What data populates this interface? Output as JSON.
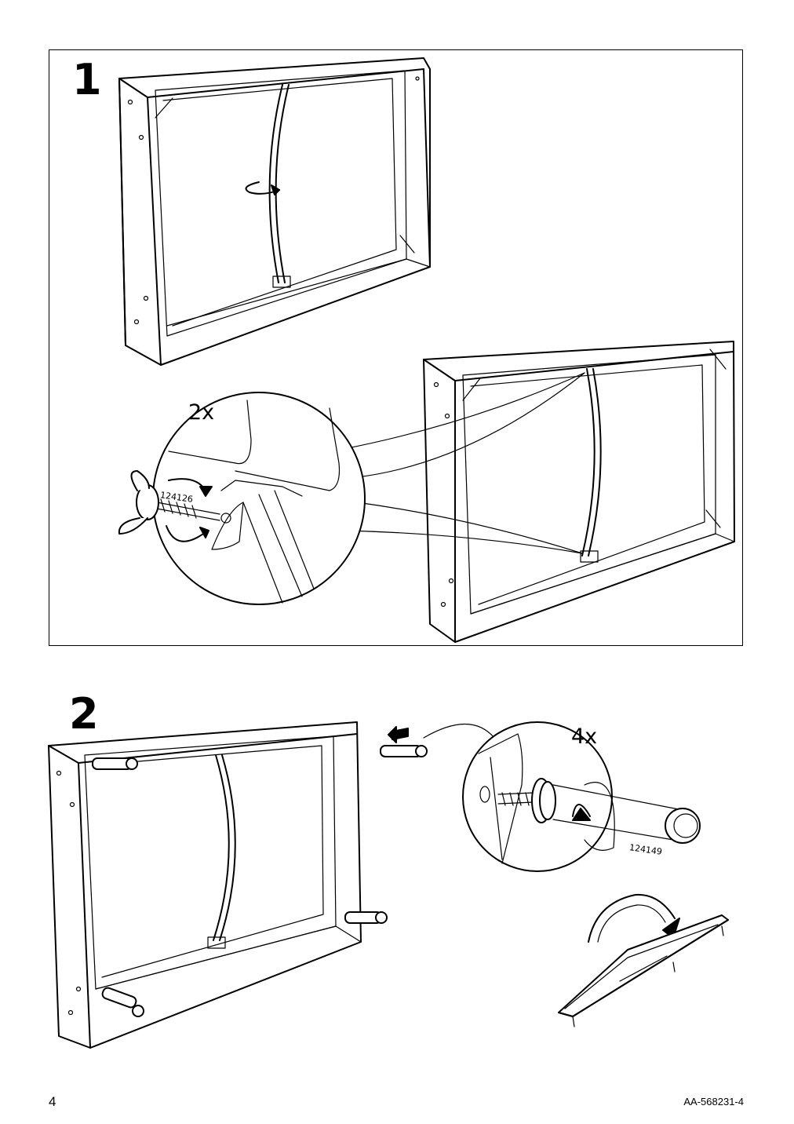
{
  "steps": [
    {
      "number": "1",
      "quantity": "2x",
      "part_number": "124126"
    },
    {
      "number": "2",
      "quantity": "4x",
      "part_number": "124149"
    }
  ],
  "footer": {
    "page_number": "4",
    "document_code": "AA-568231-4"
  }
}
